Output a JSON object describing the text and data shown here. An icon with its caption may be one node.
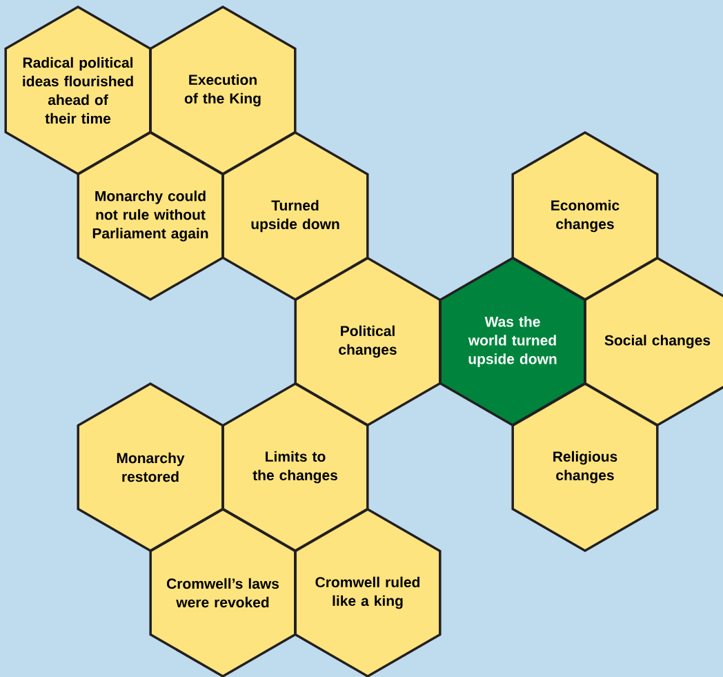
{
  "diagram": {
    "nodes": [
      {
        "text": [
          "Radical political ideas flourished ahead of their time"
        ]
      },
      {
        "text": [
          "Execution of the King"
        ]
      },
      {
        "text": [
          "Monarchy could not rule without Parliament again"
        ]
      },
      {
        "text": [
          "Turned upside down"
        ]
      },
      {
        "text": [
          "Economic changes"
        ]
      },
      {
        "text": [
          "Political changes"
        ]
      },
      {
        "text": [
          "Was the world turned upside down"
        ]
      },
      {
        "text": [
          "Social changes"
        ]
      },
      {
        "text": [
          "Monarchy restored"
        ]
      },
      {
        "text": [
          "Limits to the changes"
        ]
      },
      {
        "text": [
          "Religious changes"
        ]
      },
      {
        "text": [
          "Cromwell’s laws were revoked"
        ]
      },
      {
        "text": [
          "Cromwell ruled like a king"
        ]
      }
    ]
  }
}
